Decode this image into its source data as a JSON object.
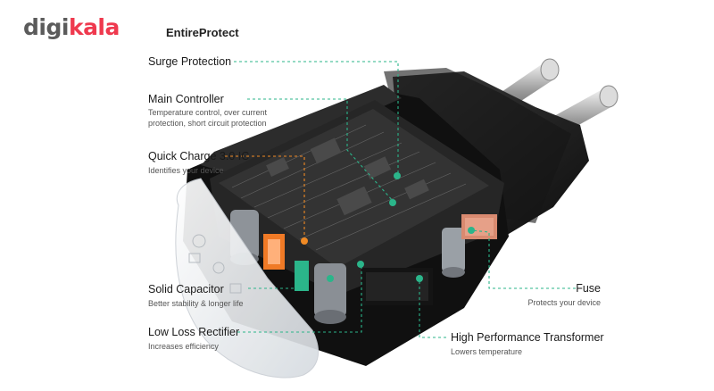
{
  "logo": {
    "part1": "digi",
    "part2": "kala"
  },
  "heading": "EntireProtect",
  "callouts": {
    "surge": {
      "title": "Surge Protection"
    },
    "main": {
      "title": "Main Controller",
      "desc1": "Temperature control, over current",
      "desc2": "protection, short circuit protection"
    },
    "qc": {
      "title": "Quick Charge 3.0 IC",
      "desc": "Identifies your device"
    },
    "solid": {
      "title": "Solid Capacitor",
      "desc": "Better stability & longer life"
    },
    "rectifier": {
      "title": "Low Loss  Rectifier",
      "desc": "Increases efficiency"
    },
    "transformer": {
      "title": "High Performance Transformer",
      "desc": "Lowers temperature"
    },
    "fuse": {
      "title": "Fuse",
      "desc": "Protects your device"
    }
  },
  "colors": {
    "accent": "#2bb58a",
    "qc_accent": "#f08a24",
    "brand": "#ef394e",
    "body": "#1d1d1d"
  }
}
